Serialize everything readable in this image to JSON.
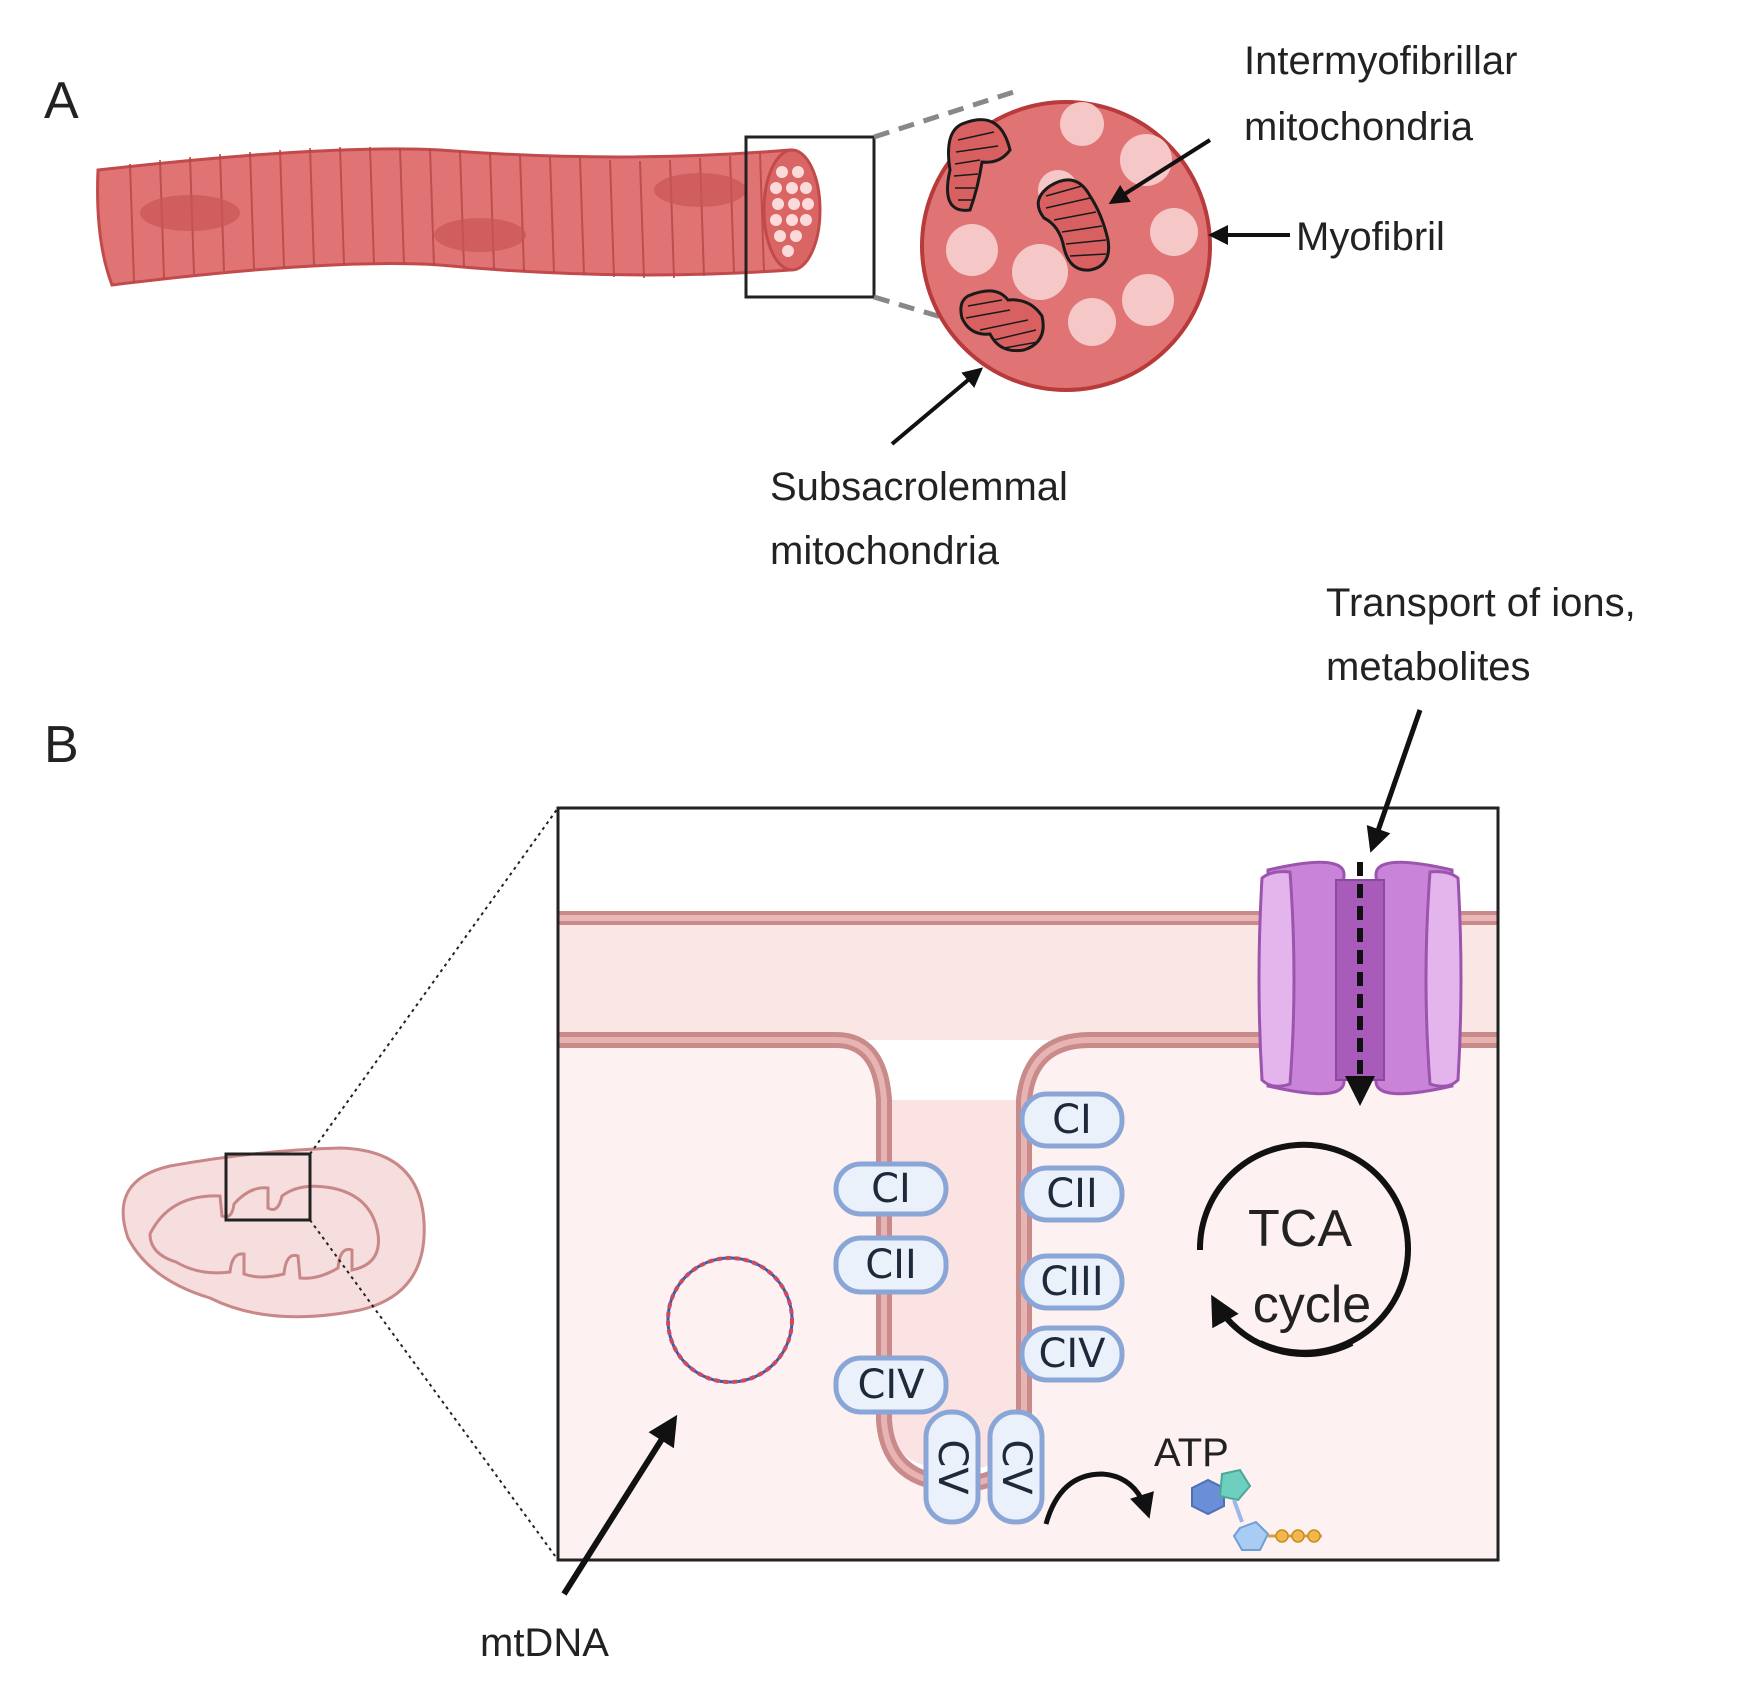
{
  "panel_a": {
    "letter": "A",
    "labels": {
      "intermyofibrillar_line1": "Intermyofibrillar",
      "intermyofibrillar_line2": "mitochondria",
      "myofibril": "Myofibril",
      "subsarcolemmal_line1": "Subsacrolemmal",
      "subsarcolemmal_line2": "mitochondria"
    }
  },
  "panel_b": {
    "letter": "B",
    "labels": {
      "transport_line1": "Transport of ions,",
      "transport_line2": "metabolites",
      "tca_line1": "TCA",
      "tca_line2": "cycle",
      "atp": "ATP",
      "mtdna": "mtDNA"
    },
    "left_complexes": [
      "CI",
      "CII",
      "CIV"
    ],
    "right_complexes": [
      "CI",
      "CII",
      "CIII",
      "CIV"
    ],
    "atp_synthase": [
      "CV",
      "CV"
    ]
  },
  "colors": {
    "muscle_fiber": "#e07474",
    "muscle_dark": "#c24a4a",
    "myofibril_dot": "#f5c7c7",
    "mito_stripe": "#1a1a1a",
    "membrane": "#c98a8a",
    "matrix": "#fcefef",
    "complex_fill": "#eaf1fb",
    "complex_border": "#8aa6d6",
    "channel": "#d79be3",
    "channel_pore": "#b163c4"
  }
}
